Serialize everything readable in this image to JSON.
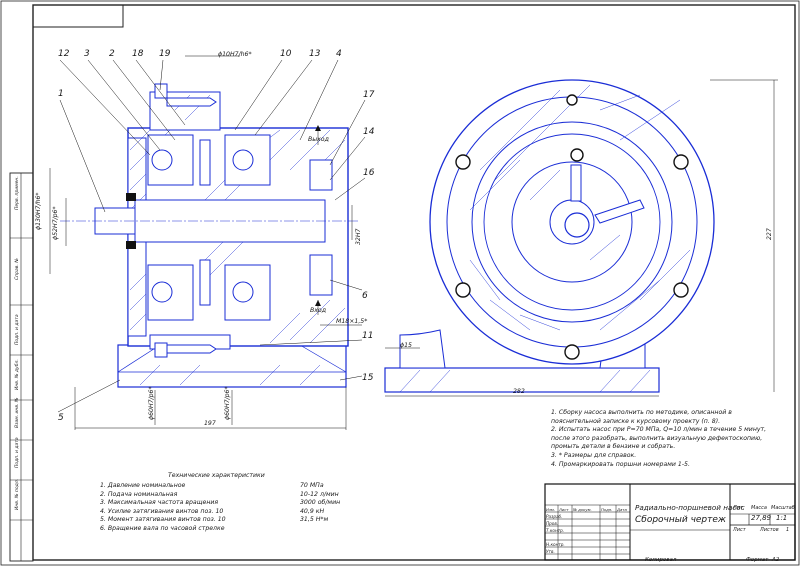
{
  "frame": {
    "top_stamp": ""
  },
  "callouts_left": [
    "12",
    "3",
    "2",
    "18",
    "19",
    "10",
    "13",
    "4",
    "1",
    "17",
    "14",
    "16",
    "6",
    "11",
    "15",
    "5"
  ],
  "dimensions": {
    "d_top": "ϕ10H7/h6*",
    "d_left_outer": "ϕ130H7/h6*",
    "d_left_inner": "ϕ52H7/p6*",
    "d_32": "32H7",
    "thread": "M18×1,5*",
    "d_bottom1": "ϕ60H7/p6*",
    "d_bottom2": "ϕ60H7/p6*",
    "width_left": "197",
    "d_hole": "ϕ15",
    "width_right": "282",
    "height_right": "227",
    "outlet": "Выход",
    "inlet": "Вход"
  },
  "side_stamps": [
    "Перв. примен.",
    "Справ. №",
    "Подп. и дата",
    "Инв. № дубл.",
    "Взам. инв. №",
    "Подп. и дата",
    "Инв. № подл."
  ],
  "tech_specs": {
    "title": "Технические характеристики",
    "rows": [
      {
        "label": "1. Давление номинальное",
        "value": "70 МПа"
      },
      {
        "label": "2. Подача номинальная",
        "value": "10-12 л/мин"
      },
      {
        "label": "3. Максимальная частота вращения",
        "value": "3000 об/мин"
      },
      {
        "label": "4. Усилие затягивания винтов поз. 10",
        "value": "40,9 кН"
      },
      {
        "label": "5. Момент затягивания винтов поз. 10",
        "value": "31,5 Н*м"
      },
      {
        "label": "6. Вращение вала по часовой стрелке",
        "value": ""
      }
    ]
  },
  "notes": [
    "1. Сборку насоса выполнить по методике, описанной в",
    "пояснительной записке к курсовому проекту (п. 8).",
    "2. Испытать насос при P=70 МПа, Q=10 л/мин в течение 5 минут,",
    "после этого разобрать, выполнить визуальную дефектоскопию,",
    "промыть детали в бензине и собрать.",
    "3. * Размеры для справок.",
    "4. Промаркировать поршни номерами 1-5."
  ],
  "title_block": {
    "name_line1": "Радиально-поршневой насос",
    "name_line2": "Сборочный чертеж",
    "lit": "Лит.",
    "mass_label": "Масса",
    "scale_label": "Масштаб",
    "mass": "27,89",
    "scale": "1:1",
    "sheet": "Лист",
    "sheets": "Листов",
    "sheets_count": "1",
    "copied": "Копировал",
    "format_label": "Формат",
    "format": "A2",
    "rows": [
      "Изм.",
      "Лист",
      "№ докум.",
      "Подп.",
      "Дата"
    ],
    "roles": [
      "Разраб.",
      "Пров.",
      "Т.контр.",
      "",
      "Н.контр.",
      "Утв."
    ]
  }
}
